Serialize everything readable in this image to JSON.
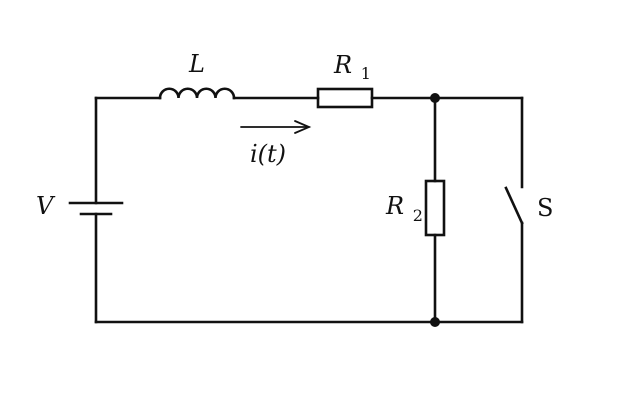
{
  "labels": {
    "inductor": "L",
    "resistor1_main": "R",
    "resistor1_sub": "1",
    "resistor2_main": "R",
    "resistor2_sub": "2",
    "source": "V",
    "current": "i(t)",
    "switch": "S"
  },
  "colors": {
    "ink": "#111111",
    "background": "#ffffff"
  }
}
